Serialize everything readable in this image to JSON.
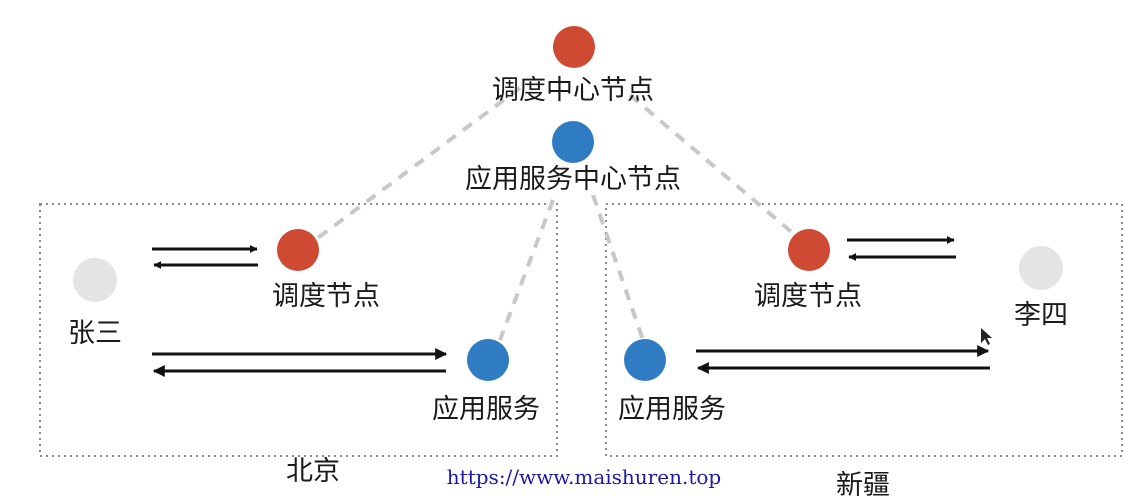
{
  "colors": {
    "dispatch": "#cf4a33",
    "service": "#2f7cc2",
    "user": "#e4e4e4",
    "dashed_link": "#c8c8c8",
    "region_border": "#8a8a8a",
    "arrow": "#111111",
    "url_text": "#1a1aa6"
  },
  "center": {
    "dispatch_label": "调度中心节点",
    "service_label": "应用服务中心节点"
  },
  "regions": {
    "beijing": {
      "name": "北京",
      "user_label": "张三",
      "dispatch_label": "调度节点",
      "service_label": "应用服务"
    },
    "xinjiang": {
      "name": "新疆",
      "user_label": "李四",
      "dispatch_label": "调度节点",
      "service_label": "应用服务"
    }
  },
  "watermark": "https://www.maishuren.top"
}
